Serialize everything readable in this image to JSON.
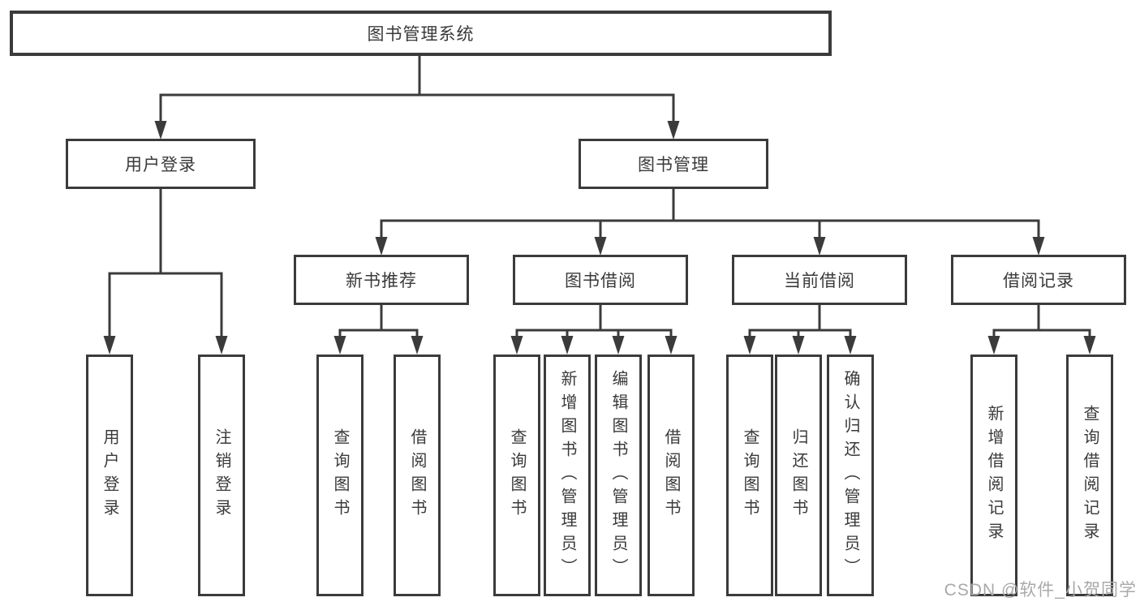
{
  "diagram": {
    "root": "图书管理系统",
    "level2": [
      {
        "label": "用户登录"
      },
      {
        "label": "图书管理"
      }
    ],
    "level3": [
      {
        "label": "新书推荐"
      },
      {
        "label": "图书借阅"
      },
      {
        "label": "当前借阅"
      },
      {
        "label": "借阅记录"
      }
    ],
    "level4": [
      {
        "label": "用户登录"
      },
      {
        "label": "注销登录"
      },
      {
        "label": "查询图书"
      },
      {
        "label": "借阅图书"
      },
      {
        "label": "查询图书"
      },
      {
        "label": "新增图书（管理员）"
      },
      {
        "label": "编辑图书（管理员）"
      },
      {
        "label": "借阅图书"
      },
      {
        "label": "查询图书"
      },
      {
        "label": "归还图书"
      },
      {
        "label": "确认归还（管理员）"
      },
      {
        "label": "新增借阅记录"
      },
      {
        "label": "查询借阅记录"
      }
    ]
  },
  "watermark": {
    "text": "CSDN @软件_小贺同学"
  },
  "colors": {
    "background": "#ffffff",
    "line": "#3b3b3b",
    "box_border": "#3b3b3b",
    "box_fill": "#ffffff",
    "text": "#3a3a3a",
    "watermark": "#a9a9a9"
  }
}
